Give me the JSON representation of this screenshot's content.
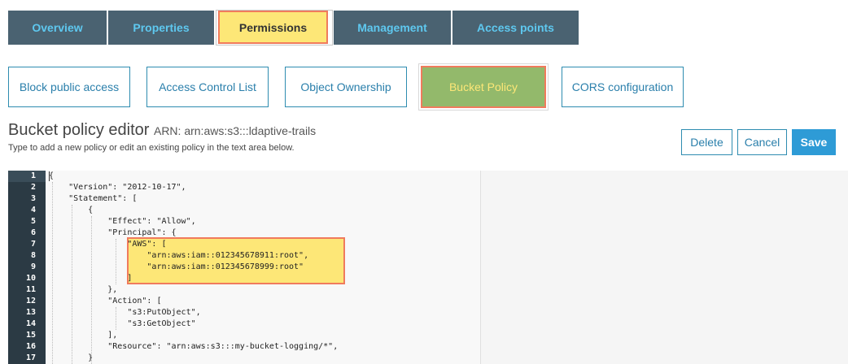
{
  "top_tabs": [
    {
      "label": "Overview"
    },
    {
      "label": "Properties"
    },
    {
      "label": "Permissions"
    },
    {
      "label": "Management"
    },
    {
      "label": "Access points"
    }
  ],
  "sub_tabs": [
    {
      "label": "Block public access"
    },
    {
      "label": "Access Control List"
    },
    {
      "label": "Object Ownership"
    },
    {
      "label": "Bucket Policy"
    },
    {
      "label": "CORS configuration"
    }
  ],
  "editor": {
    "title": "Bucket policy editor",
    "arn": "ARN: arn:aws:s3:::ldaptive-trails",
    "hint": "Type to add a new policy or edit an existing policy in the text area below."
  },
  "buttons": {
    "delete": "Delete",
    "cancel": "Cancel",
    "save": "Save"
  },
  "code": {
    "line_numbers": [
      "1",
      "2",
      "3",
      "4",
      "5",
      "6",
      "7",
      "8",
      "9",
      "10",
      "11",
      "12",
      "13",
      "14",
      "15",
      "16",
      "17"
    ],
    "lines": [
      "{",
      "    \"Version\": \"2012-10-17\",",
      "    \"Statement\": [",
      "        {",
      "            \"Effect\": \"Allow\",",
      "            \"Principal\": {",
      "                \"AWS\": [",
      "                    \"arn:aws:iam::012345678911:root\",",
      "                    \"arn:aws:iam::012345678999:root\"",
      "                ]",
      "            },",
      "            \"Action\": [",
      "                \"s3:PutObject\",",
      "                \"s3:GetObject\"",
      "            ],",
      "            \"Resource\": \"arn:aws:s3:::my-bucket-logging/*\",",
      "        }"
    ]
  },
  "colors": {
    "tab_bg": "#4a6271",
    "tab_text": "#5ec8ef",
    "highlight": "#fde777",
    "highlight_border": "#f07b5d",
    "active_subtab": "#93b96b",
    "primary": "#2e9bd6"
  }
}
